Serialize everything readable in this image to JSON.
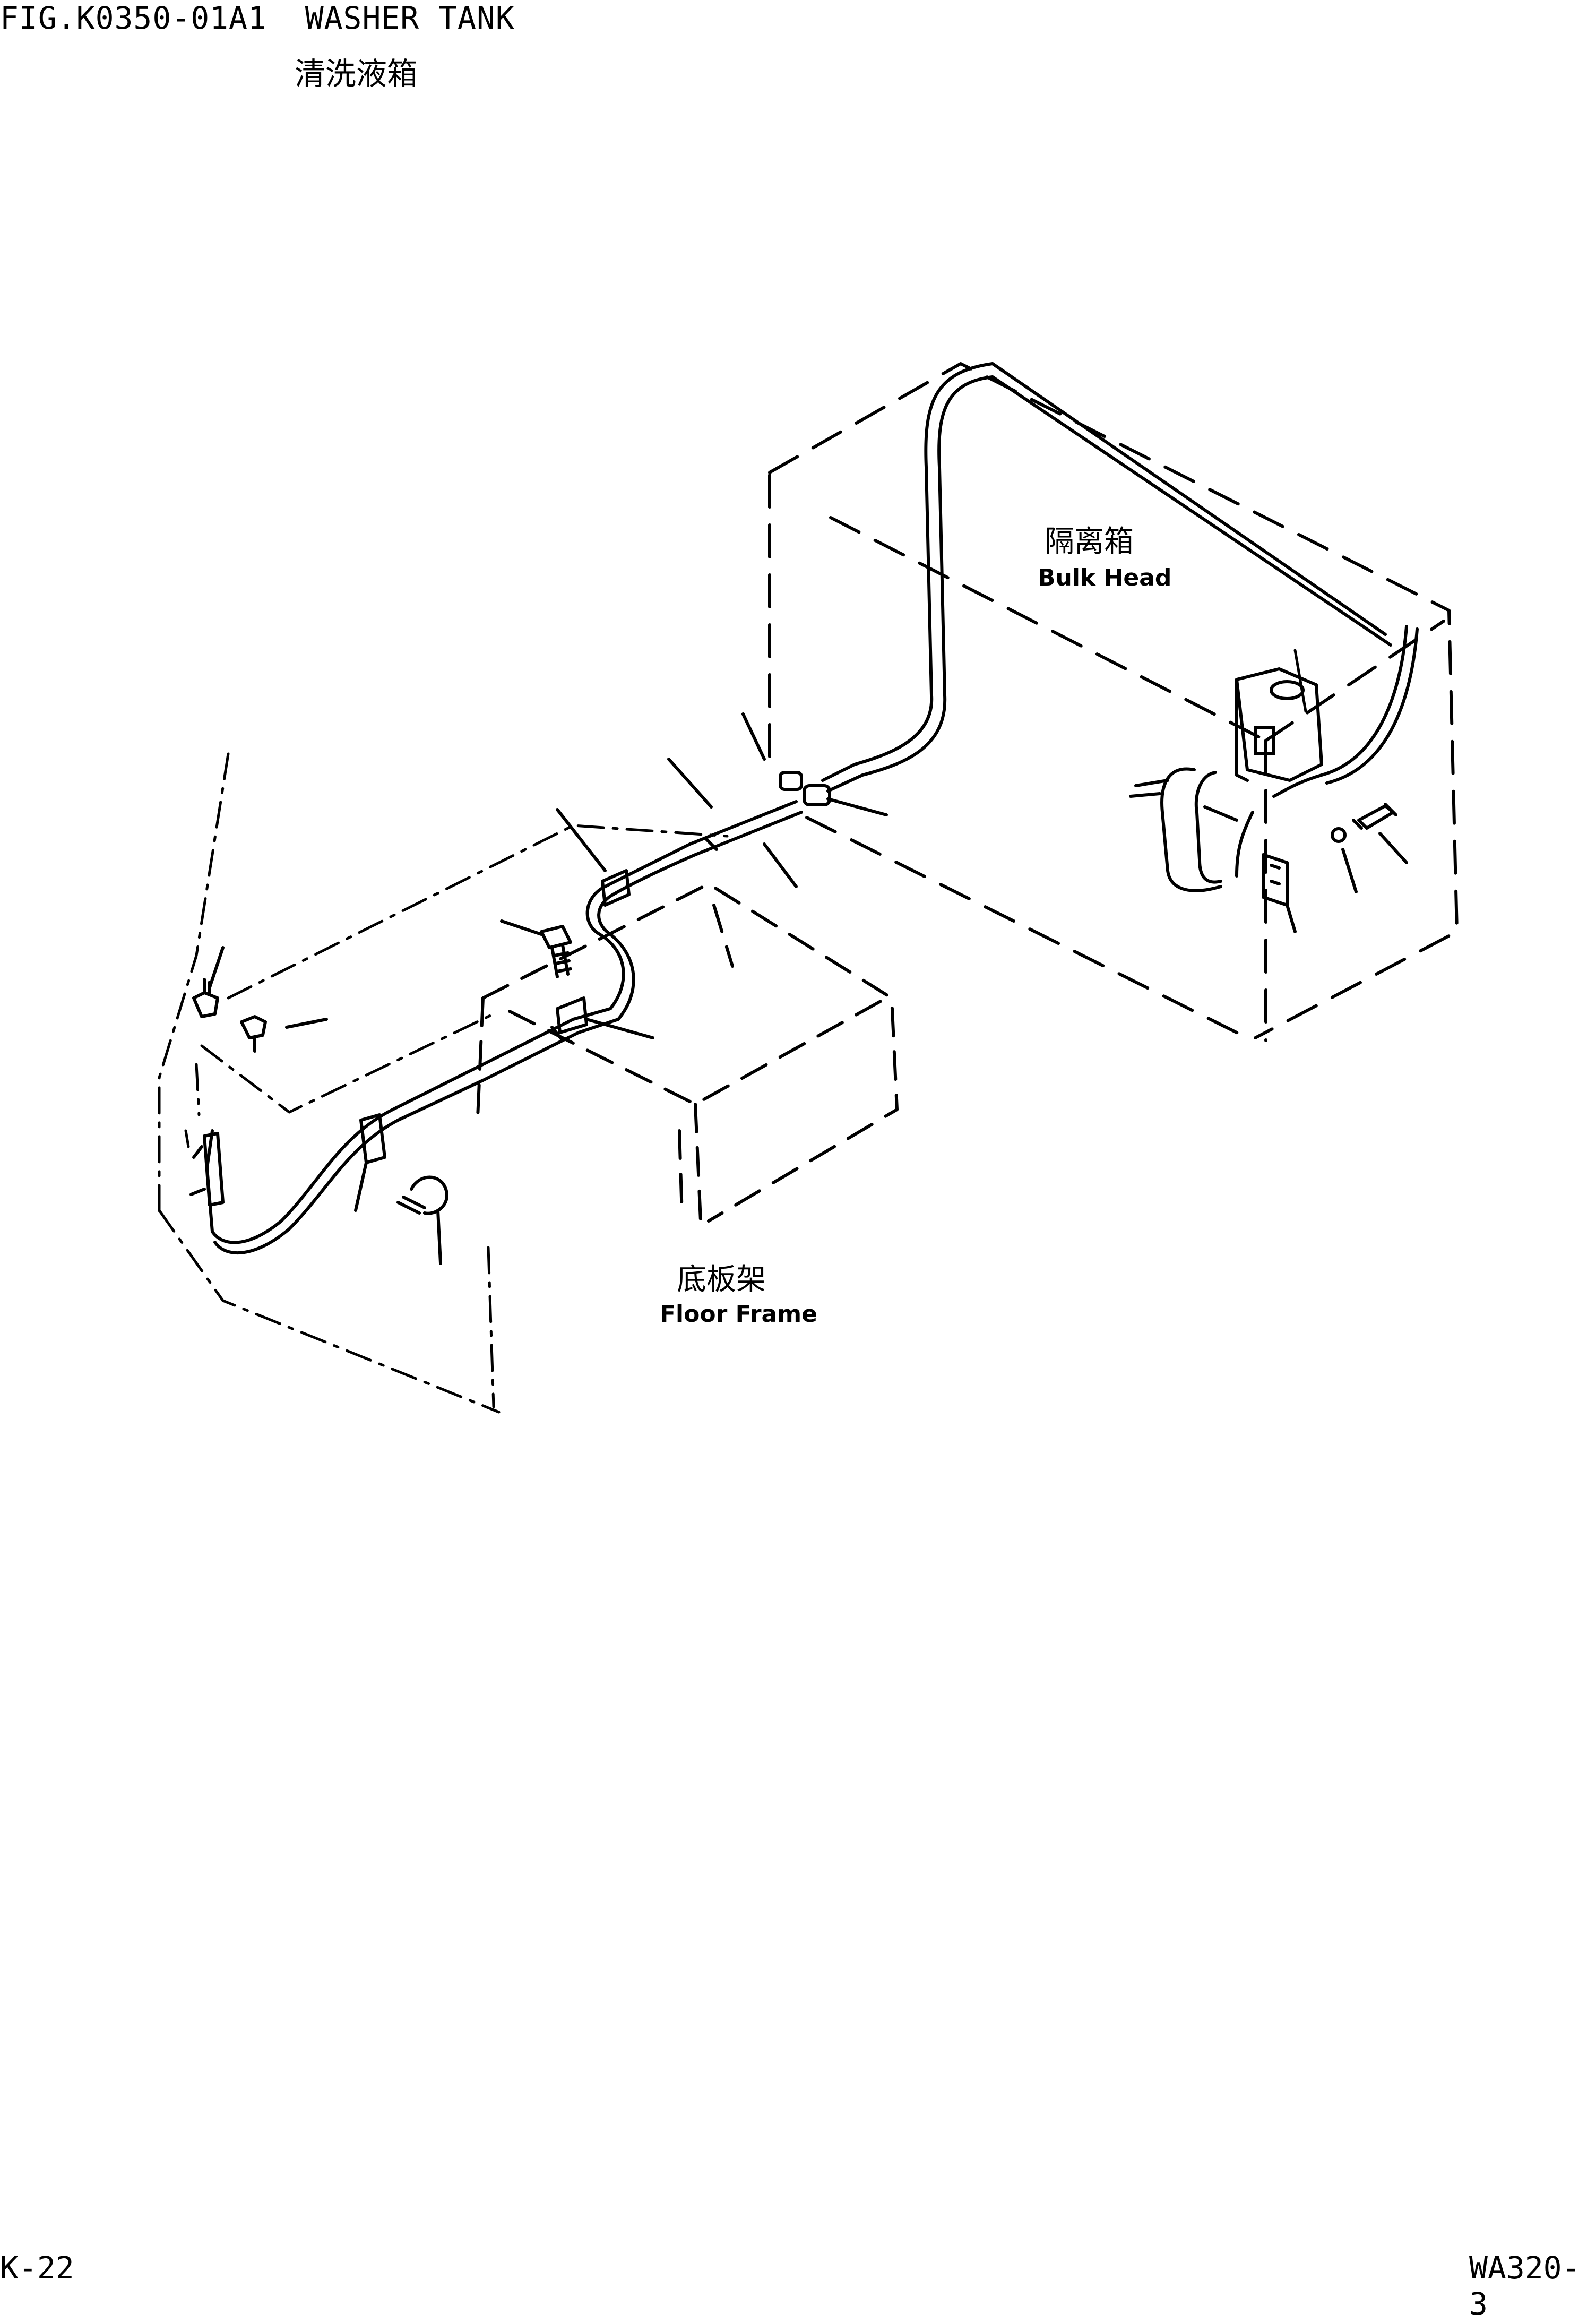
{
  "header": {
    "fig_code": "FIG.K0350-01A1  WASHER TANK",
    "title_cn": "清洗液箱"
  },
  "labels": {
    "bulkhead_cn": "隔离箱",
    "bulkhead_en": "Bulk Head",
    "floor_cn": "底板架",
    "floor_en": "Floor Frame"
  },
  "footer": {
    "page": "K-22",
    "model": "WA320-3"
  }
}
